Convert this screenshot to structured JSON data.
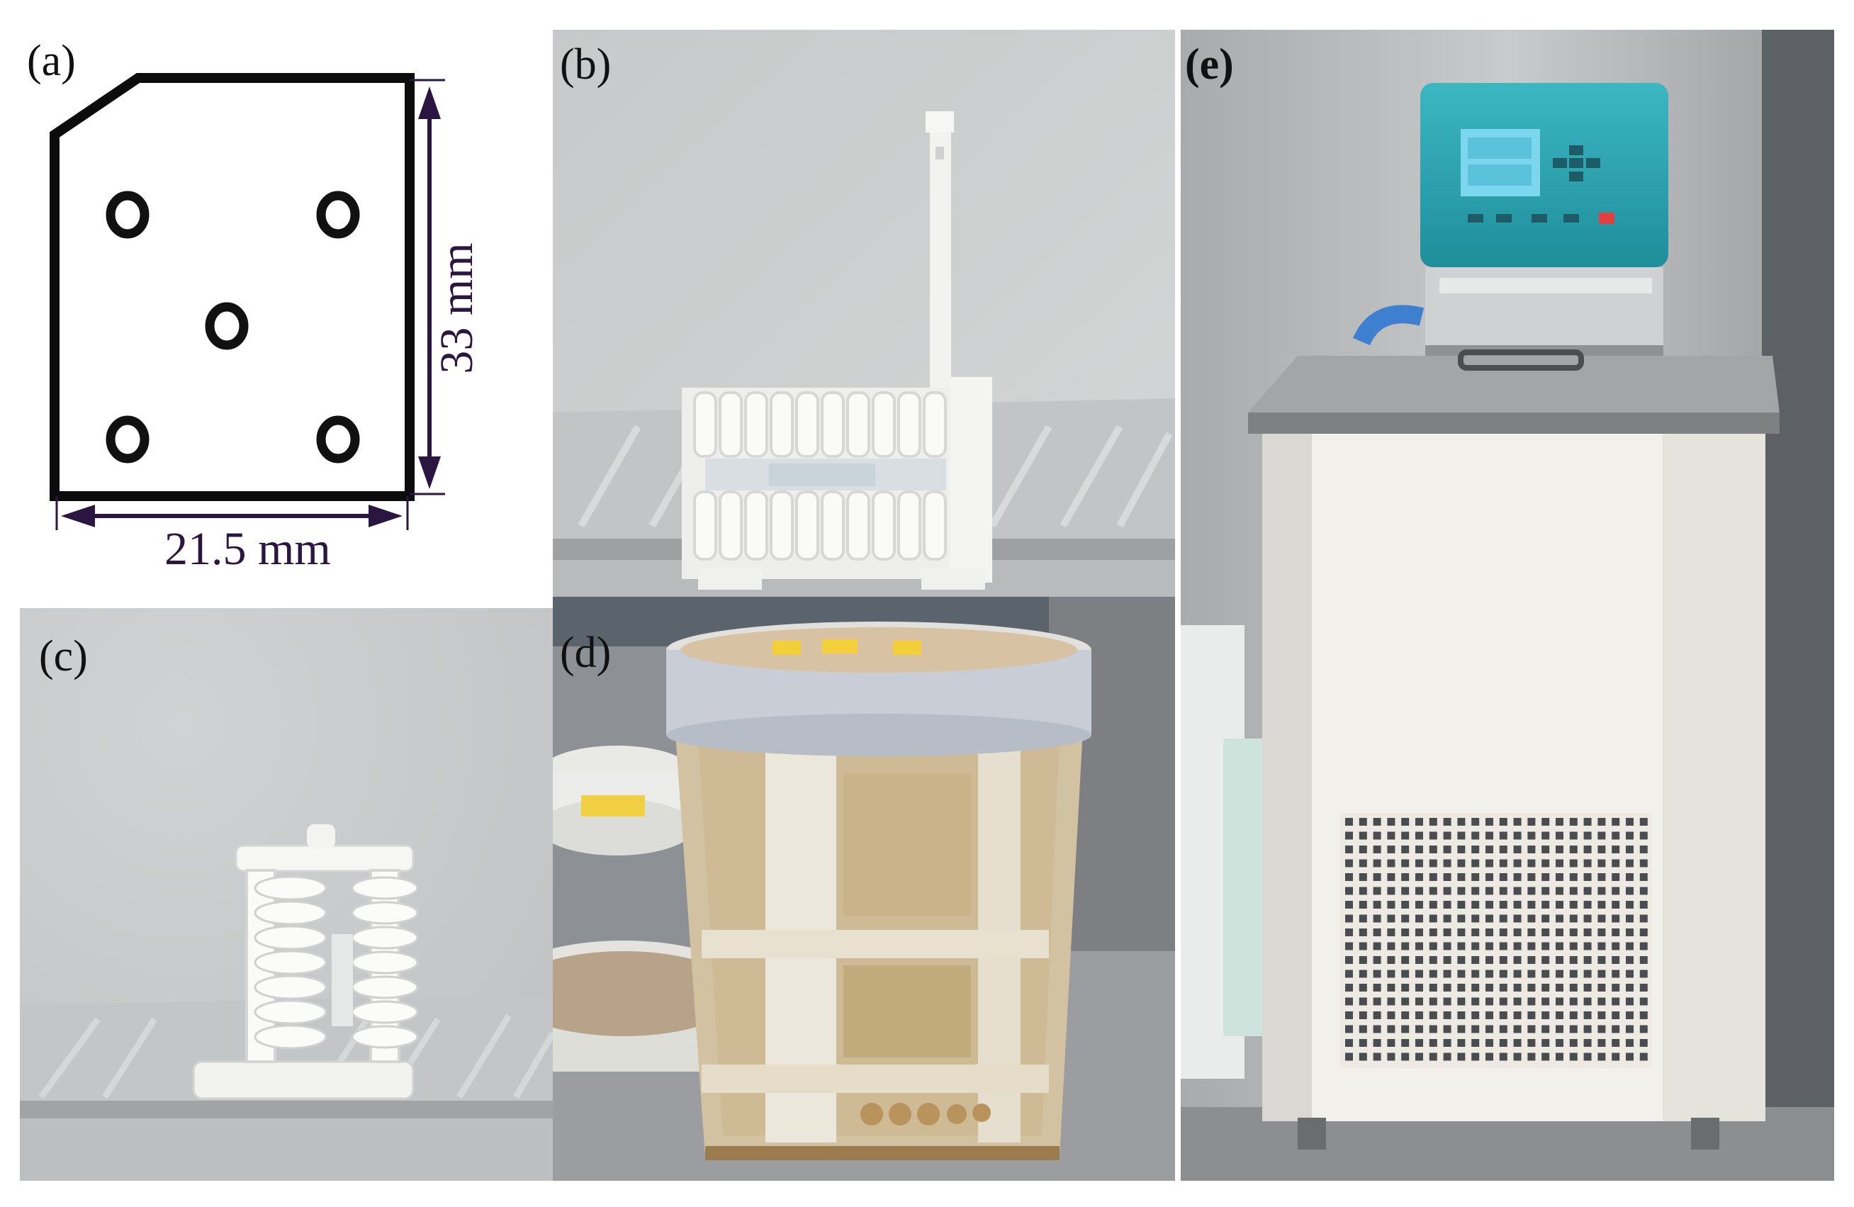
{
  "figure": {
    "panels": [
      {
        "id": "a",
        "label": "(a)",
        "content": "drawing"
      },
      {
        "id": "b",
        "label": "(b)",
        "content": "photo"
      },
      {
        "id": "c",
        "label": "(c)",
        "content": "photo"
      },
      {
        "id": "d",
        "label": "(d)",
        "content": "photo"
      },
      {
        "id": "e",
        "label": "(e)",
        "content": "photo"
      }
    ],
    "dimensions": {
      "height_label": "33 mm",
      "width_label": "21.5 mm"
    }
  },
  "colors": {
    "dimension_ink": "#2a1640",
    "photo_background": "#c9cacb",
    "specimen_white": "#f4f4f2",
    "controller_teal": "#2aa7b4",
    "bath_body": "#f1f0ea"
  }
}
